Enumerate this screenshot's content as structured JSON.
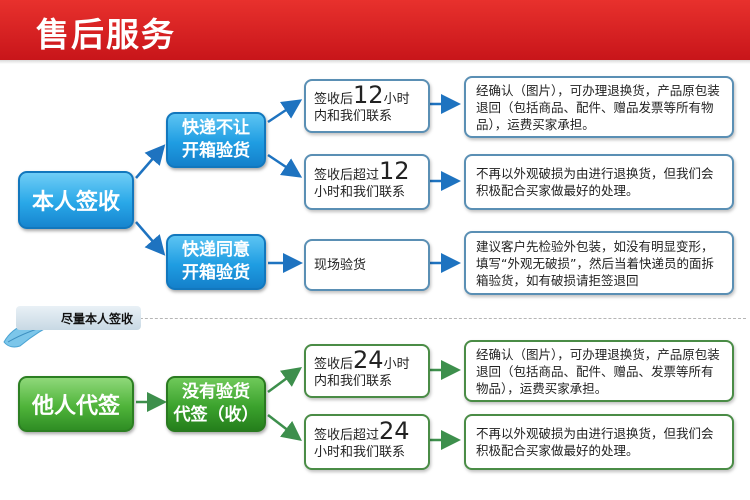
{
  "header": {
    "title": "售后服务"
  },
  "note": {
    "text": "尽量本人签收"
  },
  "self_sign": {
    "label": "本人签收",
    "no_inspect": {
      "label_line1": "快递不让",
      "label_line2": "开箱验货",
      "within": {
        "prefix": "签收后",
        "number": "12",
        "suffix": "小时",
        "line2": "内和我们联系"
      },
      "within_desc": "经确认（图片），可办理退换货，产品原包装退回（包括商品、配件、赠品发票等所有物品），运费买家承担。",
      "over": {
        "prefix": "签收后超过",
        "number": "12",
        "line2": "小时和我们联系"
      },
      "over_desc": "不再以外观破损为由进行退换货，但我们会积极配合买家做最好的处理。"
    },
    "inspect": {
      "label_line1": "快递同意",
      "label_line2": "开箱验货",
      "step": "现场验货",
      "step_desc": "建议客户先检验外包装，如没有明显变形，填写“外观无破损”，然后当着快递员的面拆箱验货，如有破损请拒签退回"
    }
  },
  "proxy_sign": {
    "label": "他人代签",
    "no_inspect": {
      "label_line1": "没有验货",
      "label_line2": "代签（收）",
      "within": {
        "prefix": "签收后",
        "number": "24",
        "suffix": "小时",
        "line2": "内和我们联系"
      },
      "within_desc": "经确认（图片），可办理退换货，产品原包装退回（包括商品、配件、赠品、发票等所有物品），运费买家承担。",
      "over": {
        "prefix": "签收后超过",
        "number": "24",
        "line2": "小时和我们联系"
      },
      "over_desc": "不再以外观破损为由进行退换货，但我们会积极配合买家做最好的处理。"
    }
  },
  "colors": {
    "header_red": "#d4201f",
    "blue_accent": "#1f9de2",
    "green_accent": "#3ba22d",
    "arrow_blue": "#1e73c0",
    "arrow_green": "#3d8f4c"
  }
}
